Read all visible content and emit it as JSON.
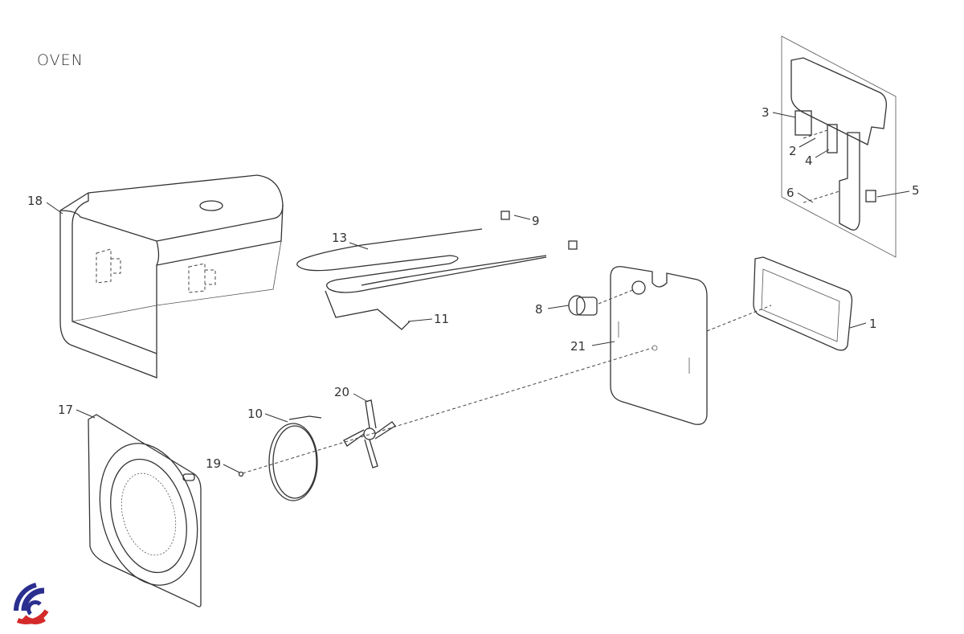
{
  "title": "OVEN",
  "callouts": {
    "p1": "1",
    "p2": "2",
    "p3": "3",
    "p4": "4",
    "p5": "5",
    "p6": "6",
    "p8": "8",
    "p9": "9",
    "p10": "10",
    "p11": "11",
    "p13": "13",
    "p17": "17",
    "p18": "18",
    "p19": "19",
    "p20": "20",
    "p21": "21"
  },
  "logo_colors": {
    "blue": "#2a2f8f",
    "red": "#d42a2a"
  }
}
